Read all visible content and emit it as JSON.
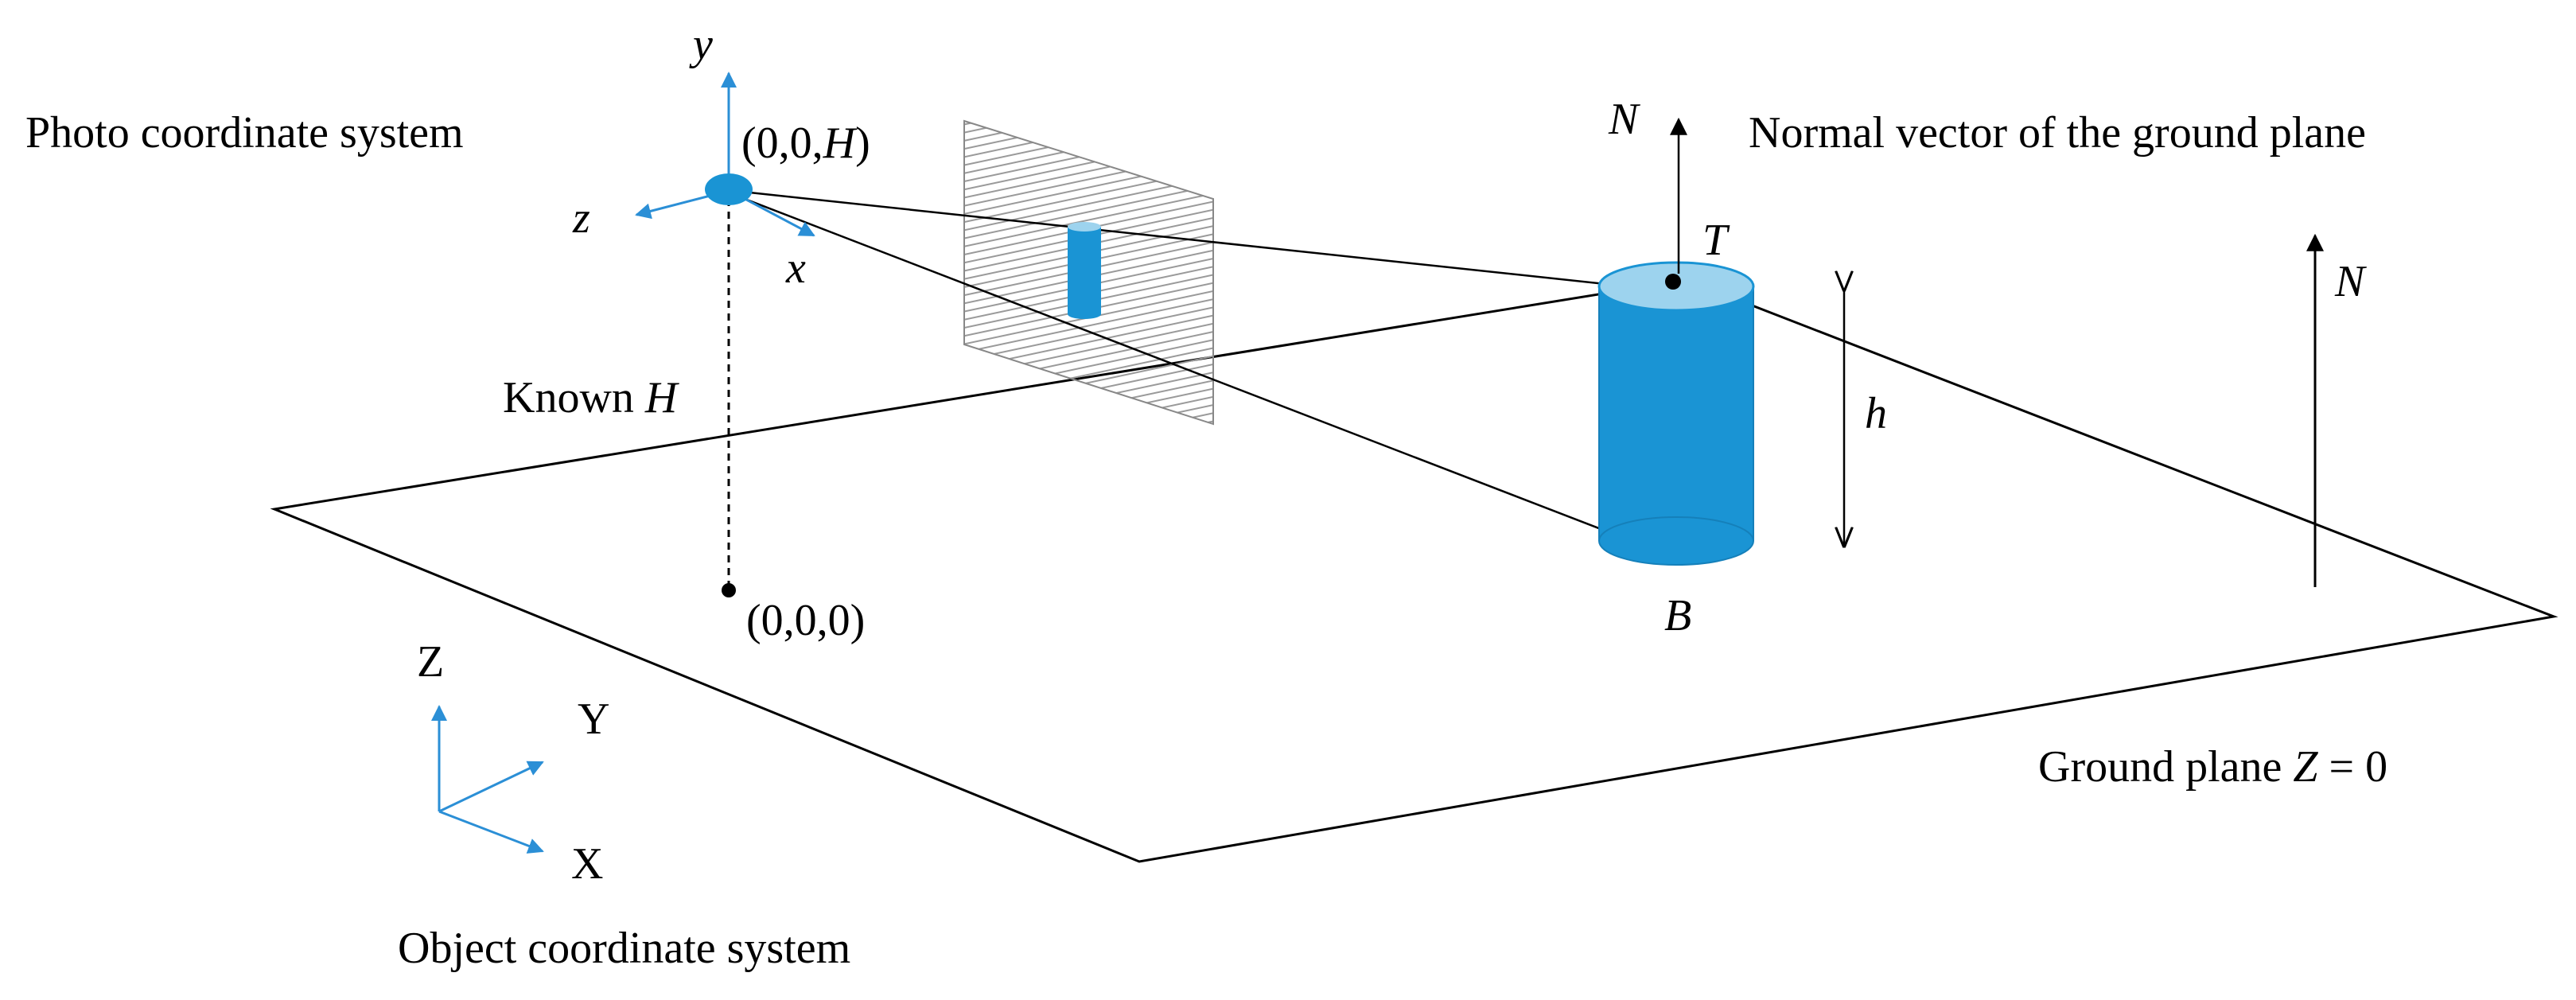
{
  "colors": {
    "accent_blue": "#1a94d4",
    "cylinder_top": "#9dd3ee",
    "axis_blue": "#2b8fd6",
    "line": "#000000"
  },
  "photo_system": {
    "title": "Photo coordinate system",
    "origin_label": "(0,0,",
    "origin_var": "H",
    "origin_close": ")",
    "axis_y": "y",
    "axis_z": "z",
    "axis_x": "x"
  },
  "known_height": {
    "prefix": "Known ",
    "var": "H"
  },
  "ground_origin_label": "(0,0,0)",
  "object_system": {
    "title": "Object coordinate system",
    "axis_Z": "Z",
    "axis_Y": "Y",
    "axis_X": "X"
  },
  "normal": {
    "label_N": "N",
    "description": "Normal vector of the ground plane",
    "label_N_right": "N"
  },
  "cylinder": {
    "top_label": "T",
    "bottom_label": "B",
    "height_label": "h"
  },
  "ground_plane": {
    "prefix": "Ground plane ",
    "var": "Z",
    "suffix": " = 0"
  }
}
